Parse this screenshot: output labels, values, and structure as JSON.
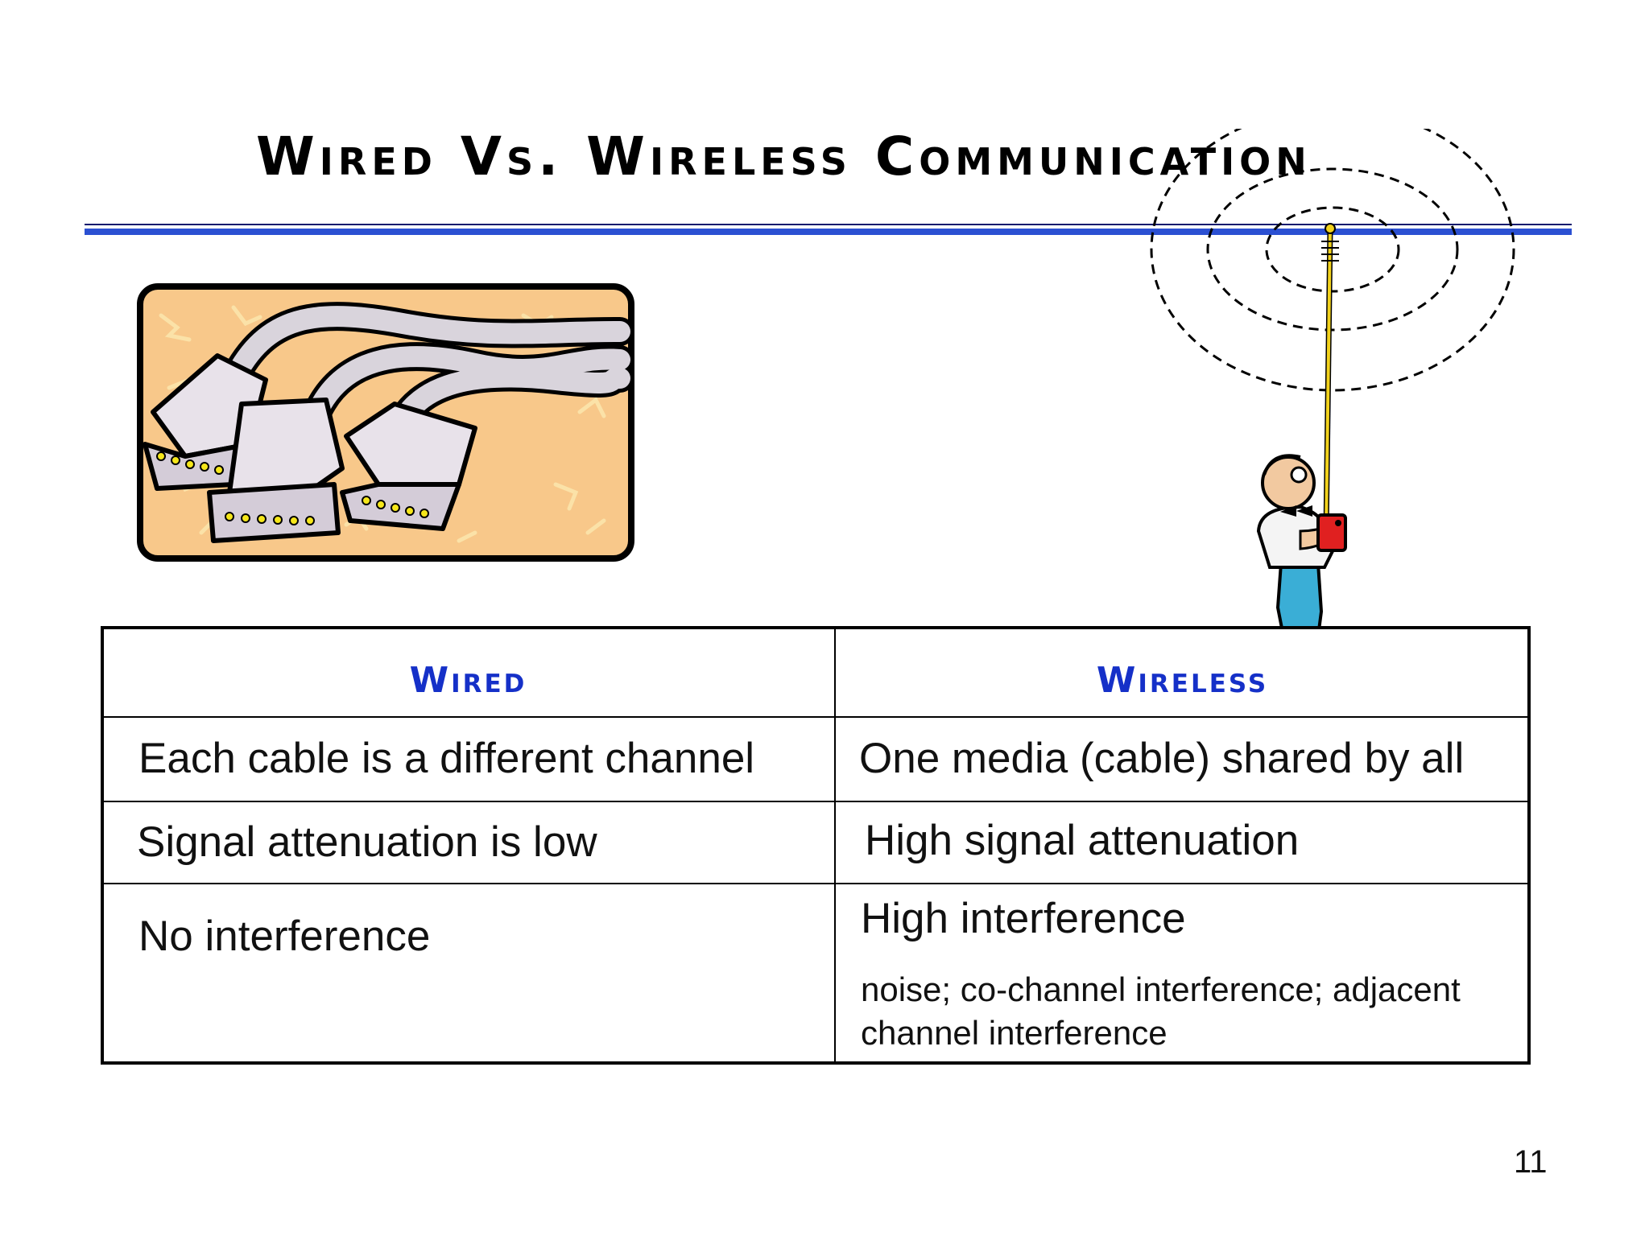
{
  "slide": {
    "title": "Wired Vs. Wireless Communication",
    "page_number": "11"
  },
  "table": {
    "headers": [
      "Wired",
      "Wireless"
    ],
    "rows": [
      {
        "wired": "Each cable is a different channel",
        "wireless": "One media (cable) shared by all"
      },
      {
        "wired": "Signal attenuation is low",
        "wireless": "High signal attenuation"
      },
      {
        "wired": "No interference",
        "wireless": "High interference",
        "wireless_note": "noise; co-channel interference; adjacent channel interference"
      }
    ]
  },
  "images": {
    "left": "cables-clipart",
    "right": "radio-man-antenna-clipart"
  },
  "colors": {
    "header_text": "#1530c8",
    "rule": "#2b50d2",
    "clipart_background": "#f8c88a",
    "radio_body": "#e02020",
    "antenna": "#f2d21c"
  }
}
